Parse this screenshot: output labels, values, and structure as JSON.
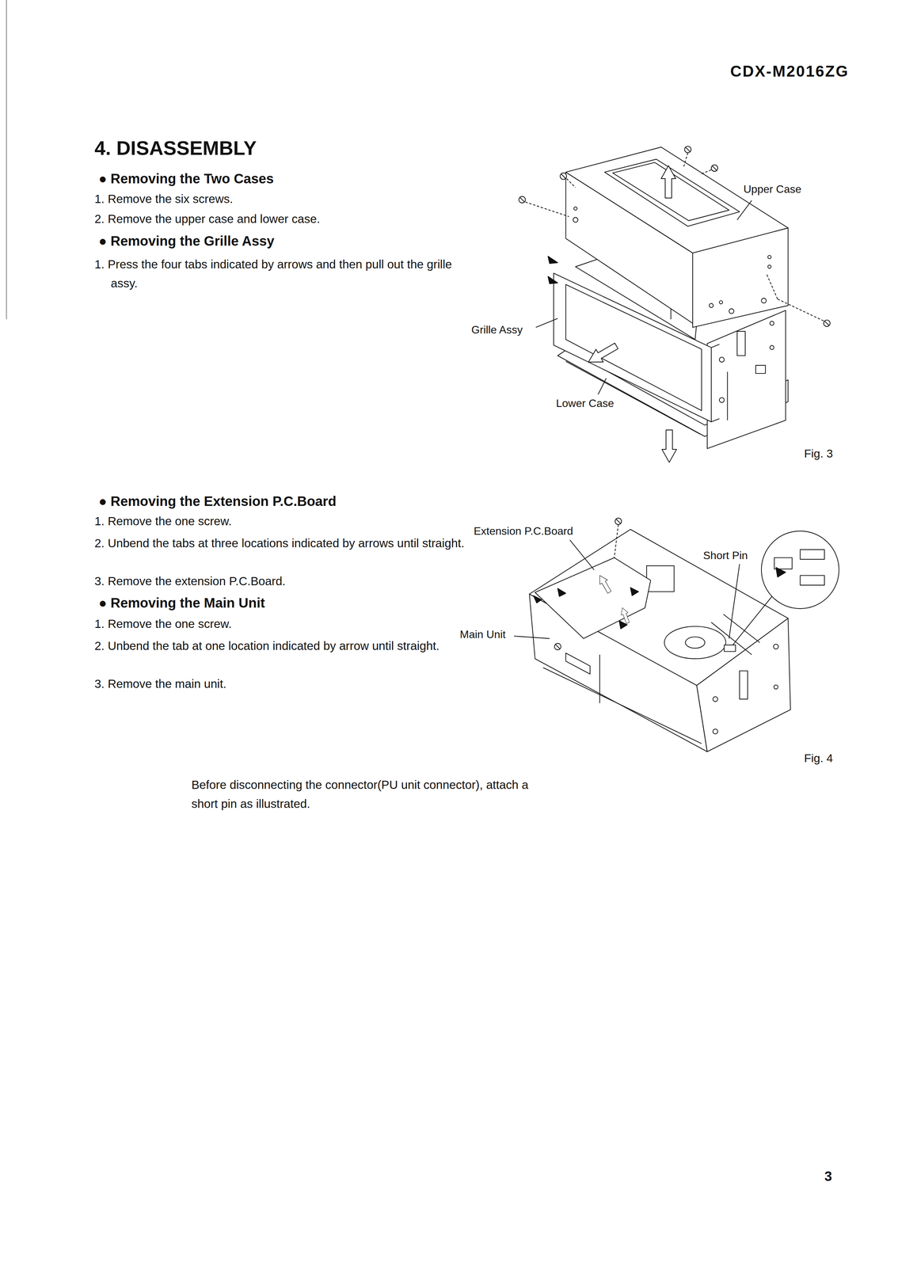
{
  "diagram": {
    "title": "4. DISASSEMBLY",
    "labels": [
      "CDX-M2016ZG",
      "● Removing the Two Cases",
      "1. Remove the six screws.",
      "2. Remove the upper case and lower case.",
      "● Removing the Grille Assy",
      "1. Press the four tabs indicated by arrows and then pull out the grille assy.",
      "Upper Case",
      "Grille Assy",
      "Lower Case",
      "Fig. 3",
      "● Removing the Extension P.C.Board",
      "1. Remove the one screw.",
      "2. Unbend the tabs at three locations indicated by arrows until straight.",
      "3. Remove the extension P.C.Board.",
      "● Removing the Main Unit",
      "1. Remove the one screw.",
      "2. Unbend the tab at one location indicated by arrow until straight.",
      "3. Remove the main unit.",
      "Extension P.C.Board",
      "Short Pin",
      "Main Unit",
      "Fig. 4",
      "Before disconnecting the connector(PU unit connector), attach a short pin as illustrated.",
      "3"
    ]
  }
}
